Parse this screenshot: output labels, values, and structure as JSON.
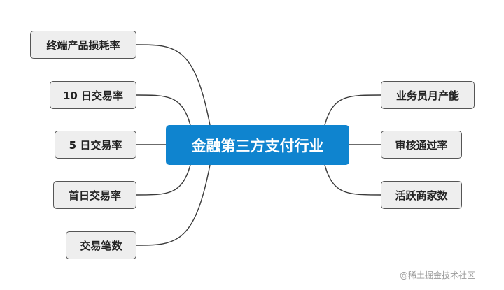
{
  "diagram": {
    "central_topic": "金融第三方支付行业",
    "left_branches": [
      "终端产品损耗率",
      "10 日交易率",
      "5 日交易率",
      "首日交易率",
      "交易笔数"
    ],
    "right_branches": [
      "业务员月产能",
      "审核通过率",
      "活跃商家数"
    ],
    "colors": {
      "central_fill": "#0f84cf",
      "node_fill": "#eeeeee",
      "node_border": "#555555",
      "connector": "#3a3a3a"
    }
  },
  "watermark": "@稀土掘金技术社区"
}
